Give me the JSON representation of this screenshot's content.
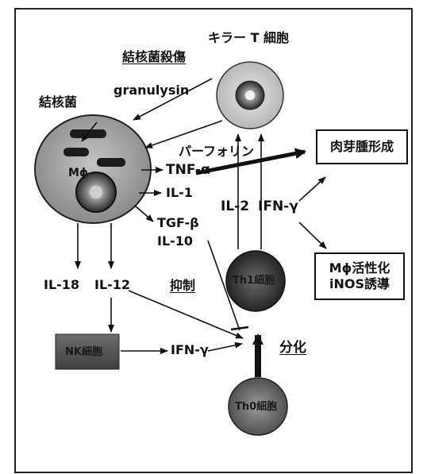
{
  "labels": {
    "killer_kill": "結核菌殺傷",
    "killer_t_cell": "キラー T 細胞",
    "tb_bacteria": "結核菌",
    "granulysin": "granulysin",
    "perforin": "パーフォリン",
    "macrophage": "Mϕ",
    "tnf_alpha": "TNF-α",
    "il_1": "IL-1",
    "tgf_beta": "TGF-β",
    "il_10": "IL-10",
    "il_2": "IL-2",
    "ifn_gamma_top": "IFN-γ",
    "il_18": "IL-18",
    "il_12": "IL-12",
    "suppression": "抑制",
    "differentiation": "分化",
    "ifn_gamma_bottom": "IFN-γ"
  },
  "cells": {
    "th1": "Th1細胞",
    "th0": "Th0細胞",
    "nk": "NK細胞"
  },
  "boxes": {
    "granuloma": "肉芽腫形成",
    "activation_line1": "Mϕ活性化",
    "activation_line2": "iNOS誘導"
  }
}
